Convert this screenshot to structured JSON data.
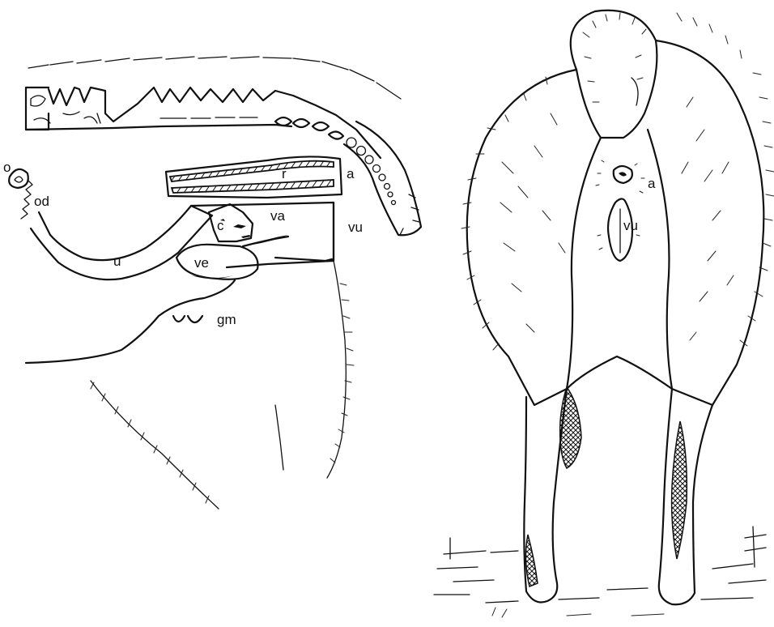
{
  "left_panel": {
    "labels": {
      "o": "o",
      "od": "od",
      "r": "r",
      "a": "a",
      "c": "c",
      "va": "va",
      "vu": "vu",
      "u": "u",
      "ve": "ve",
      "gm": "gm"
    }
  },
  "right_panel": {
    "labels": {
      "a": "a",
      "vu": "vu"
    }
  }
}
